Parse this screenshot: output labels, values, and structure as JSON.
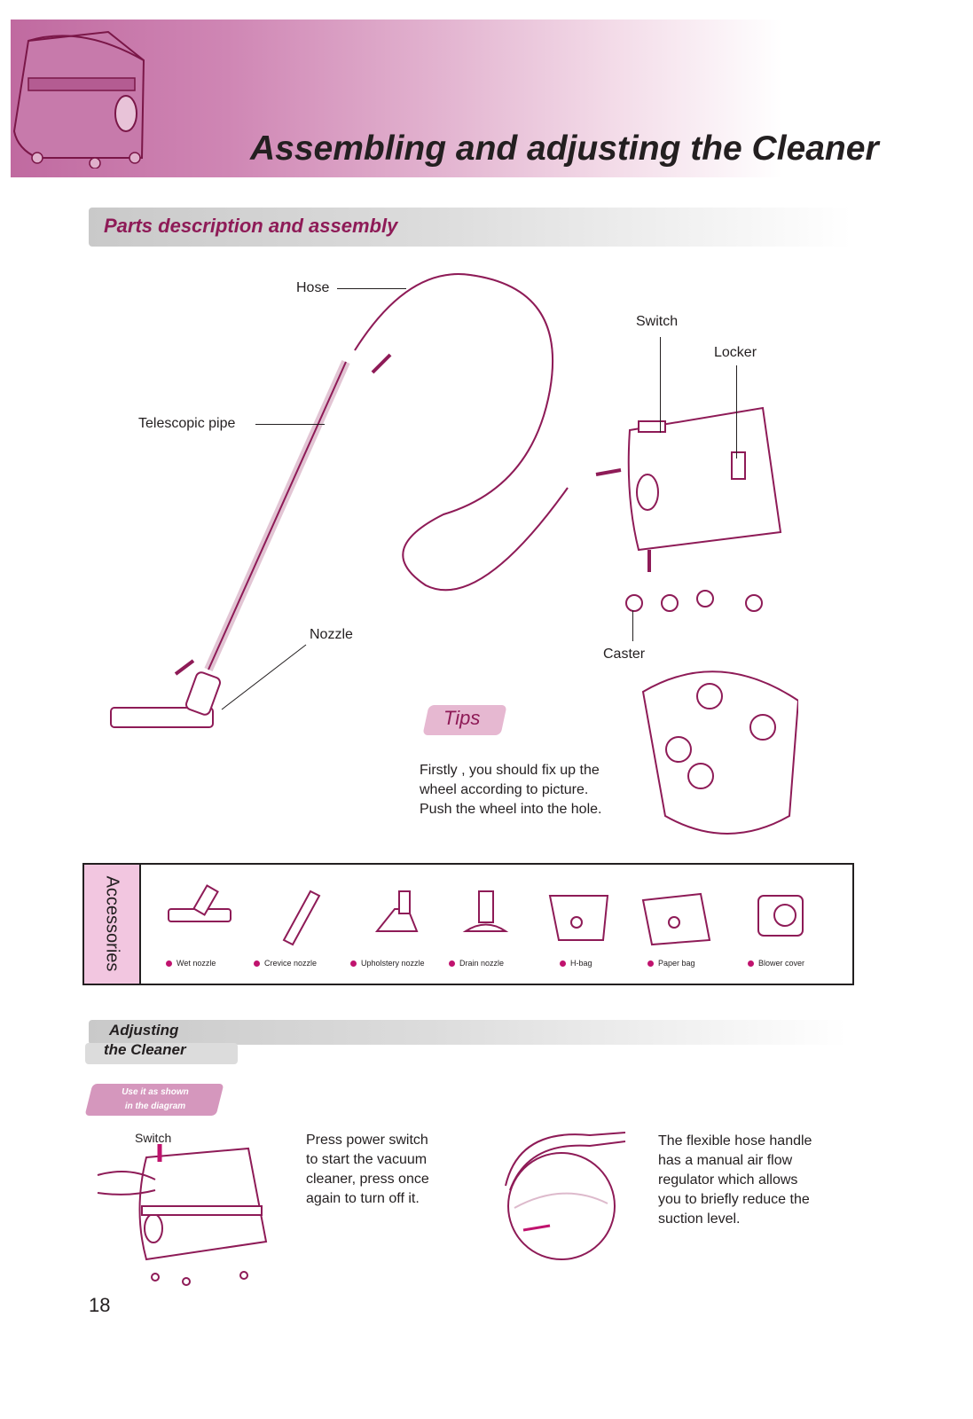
{
  "header": {
    "title": "Assembling and adjusting the Cleaner"
  },
  "section_parts": {
    "title": "Parts description and assembly",
    "labels": {
      "hose": "Hose",
      "switch": "Switch",
      "locker": "Locker",
      "telescopic_pipe": "Telescopic pipe",
      "nozzle": "Nozzle",
      "caster": "Caster"
    }
  },
  "tips": {
    "badge": "Tips",
    "lines": [
      "Firstly , you should fix up the",
      "wheel according to picture.",
      "Push the wheel into the hole."
    ]
  },
  "accessories": {
    "title": "Accessories",
    "items": [
      "Wet nozzle",
      "Crevice nozzle",
      "Upholstery nozzle",
      "Drain nozzle",
      "H-bag",
      "Paper bag",
      "Blower cover"
    ]
  },
  "section_adjusting": {
    "title_line1": "Adjusting",
    "title_line2": "the Cleaner",
    "badge_line1": "Use it as shown",
    "badge_line2": "in the diagram",
    "switch_label": "Switch",
    "power_text": [
      "Press power switch",
      "to start the vacuum",
      "cleaner, press once",
      "again to turn off it."
    ],
    "hose_text": [
      "The flexible hose handle",
      "has a manual air flow",
      "regulator which allows",
      "you to briefly reduce the",
      "suction level."
    ]
  },
  "page_number": "18",
  "colors": {
    "accent": "#8e1b57",
    "banner_pink": "#c06aa0",
    "badge_pink": "#e6b8d1",
    "dot": "#c0136e"
  }
}
